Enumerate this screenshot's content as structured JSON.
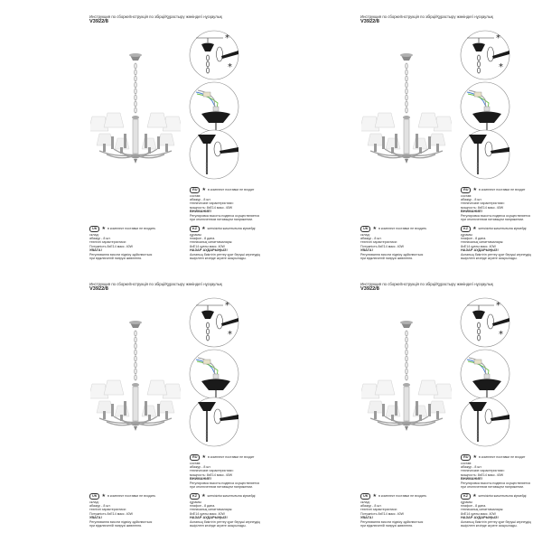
{
  "document": {
    "layout": "2x2 grid of identical instruction sheets",
    "sheet_count": 4
  },
  "sheet": {
    "header": {
      "title": "Инструкция по сборке/Інструкція по збірці/Құрастыру жөніндегі нұсқаулық",
      "model": "V3922/8"
    },
    "product_image": {
      "icon": "chandelier-8-shades-icon",
      "description": "8-arm chandelier with white fabric shades, chrome frame and chain"
    },
    "steps": [
      {
        "icon": "ceiling-mount-screw-icon",
        "marker": "★",
        "description": "fix canopy to ceiling hook, tighten screw"
      },
      {
        "icon": "wiring-terminal-icon",
        "description": "connect wires to terminal block"
      },
      {
        "icon": "canopy-fasten-icon",
        "description": "fasten canopy with screw"
      }
    ],
    "ru": {
      "code": "RU",
      "note": "в комплект поставки не входит",
      "lines": [
        "состав:",
        "абажур - 8 шт.",
        "технические характеристики:",
        "мощность: 8xE14 макс. 40W"
      ],
      "warning_title": "ВНИМАНИЕ!",
      "warning_lines": [
        "Регулировка высоты подвеса осуществляется",
        "при отключенном питающем напряжении."
      ]
    },
    "uk": {
      "code": "UK",
      "note": "в комплект поставки не входить",
      "lines": [
        "склад:",
        "абажур - 8 шт.",
        "технічні характеристики:",
        "Потужність 8xE14 макс. 40W"
      ],
      "warning_title": "УВАГА!",
      "warning_lines": [
        "Регулювання висоти підвісу здійснюється",
        "при відключеній напрузі живлення."
      ]
    },
    "kz": {
      "code": "KZ",
      "note": "жеткізілім жиынтығына кірмейді",
      "lines": [
        "құрамы:",
        "плафон - 8 дана.",
        "техникалық сипаттамалары:",
        "8xE14 қуаты макс. 40W"
      ],
      "warning_title": "НАЗАР АУДАРЫҢЫЗ!",
      "warning_lines": [
        "Аспаның биіктігін реттеу қуат берушi кернеудің",
        "өшірілген кезінде жүзеге асырылады."
      ]
    },
    "star": "★"
  },
  "colors": {
    "background": "#ffffff",
    "text": "#333333",
    "shade": "#eeeeee",
    "metal": "#9a9a9a",
    "canopy": "#1a1a1a",
    "wire_blue": "#4a7fd0",
    "wire_green": "#6cbf4a"
  }
}
